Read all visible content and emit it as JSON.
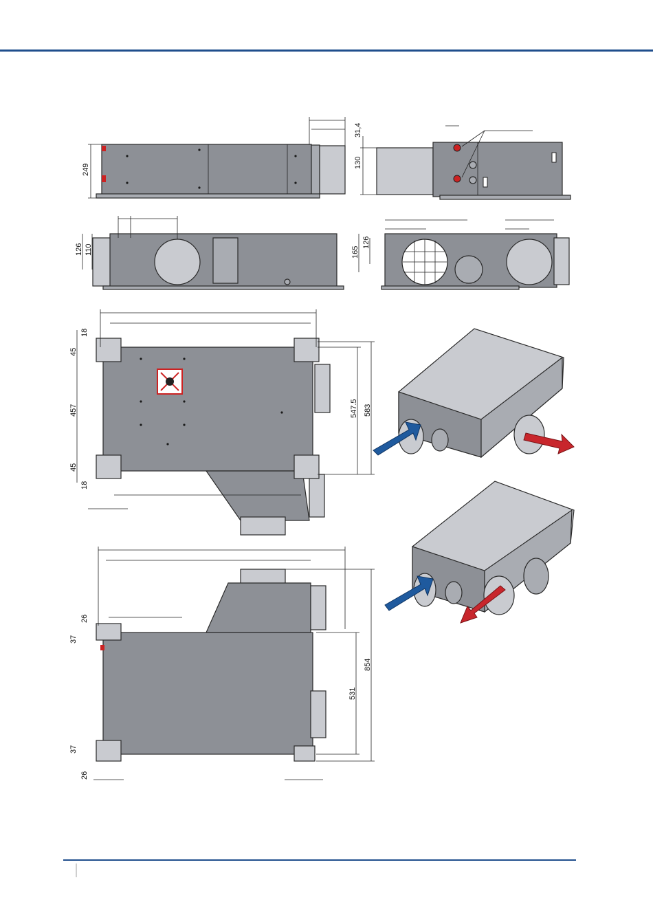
{
  "header": {
    "rule_color": "#1f4e8c"
  },
  "footer": {
    "rule_color": "#1f4e8c"
  },
  "dimensions": {
    "side_height": "249",
    "end_top_offset": "31,4",
    "end_spigot": "130",
    "front_126": "126",
    "front_110": "110",
    "rear_165": "165",
    "rear_126": "126",
    "plan_18_top": "18",
    "plan_45_top": "45",
    "plan_457": "457",
    "plan_45_bottom": "45",
    "plan_18_bottom": "18",
    "plan_547_5": "547.5",
    "plan_583": "583",
    "bottom_26_top": "26",
    "bottom_37_top": "37",
    "bottom_37_bottom": "37",
    "bottom_26_bottom": "26",
    "bottom_531": "531",
    "bottom_854": "854"
  },
  "colors": {
    "supply_arrow": "#1f5a9e",
    "exhaust_arrow": "#c8262c",
    "accent": "#1f4e8c"
  },
  "icons": {
    "fan_warning": "fan-warning-icon"
  }
}
